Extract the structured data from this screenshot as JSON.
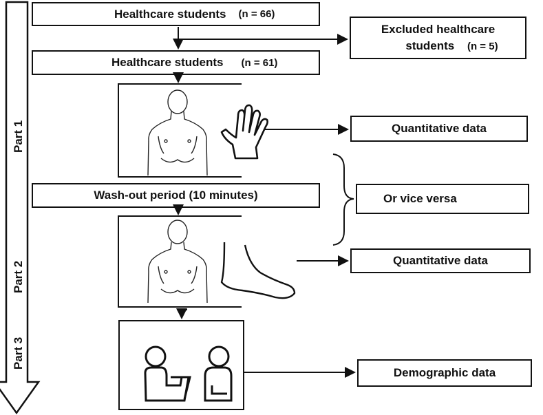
{
  "boxes": {
    "students_66": "Healthcare students",
    "students_66_n": "(n = 66)",
    "excluded_line1": "Excluded healthcare",
    "excluded_line2": "students",
    "excluded_n": "(n = 5)",
    "students_61": "Healthcare students",
    "students_61_n": "(n = 61)",
    "quant_hand": "Quantitative data",
    "washout": "Wash-out period (10 minutes)",
    "vice_versa": "Or vice versa",
    "quant_foot": "Quantitative data",
    "demographic": "Demographic data"
  },
  "parts": [
    "Part 1",
    "Part 2",
    "Part 3"
  ],
  "icons": {
    "torso_1": "torso-icon",
    "hand": "hand-icon",
    "torso_2": "torso-icon",
    "foot": "foot-icon",
    "interview": "interview-icon"
  }
}
